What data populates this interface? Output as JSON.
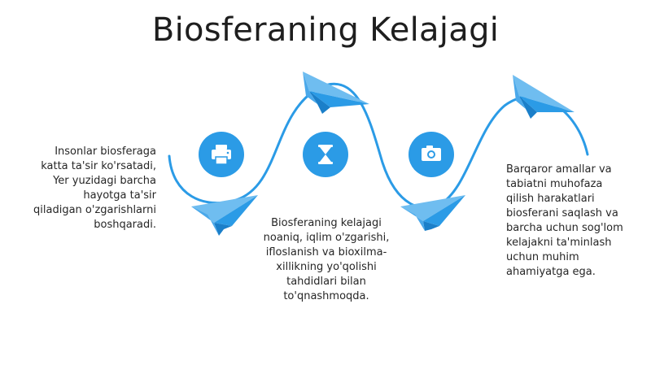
{
  "title": "Biosferaning Kelajagi",
  "colors": {
    "accent": "#2b9be6",
    "plane_light": "#6fbdf0",
    "plane_dark": "#1b7fc9",
    "icon_fill": "#ffffff",
    "text": "#262626"
  },
  "steps": [
    {
      "icon": "printer-icon",
      "text": "Insonlar biosferaga katta ta'sir ko'rsatadi, Yer yuzidagi barcha hayotga ta'sir qiladigan o'zgarishlarni boshqaradi."
    },
    {
      "icon": "hourglass-icon",
      "text": "Biosferaning kelajagi noaniq, iqlim o'zgarishi, ifloslanish va bioxilma-xillikning yo'qolishi tahdidlari bilan to'qnashmoqda."
    },
    {
      "icon": "camera-icon",
      "text": "Barqaror amallar va tabiatni muhofaza qilish harakatlari biosferani saqlash va barcha uchun sog'lom kelajakni ta'minlash uchun muhim ahamiyatga ega."
    }
  ]
}
